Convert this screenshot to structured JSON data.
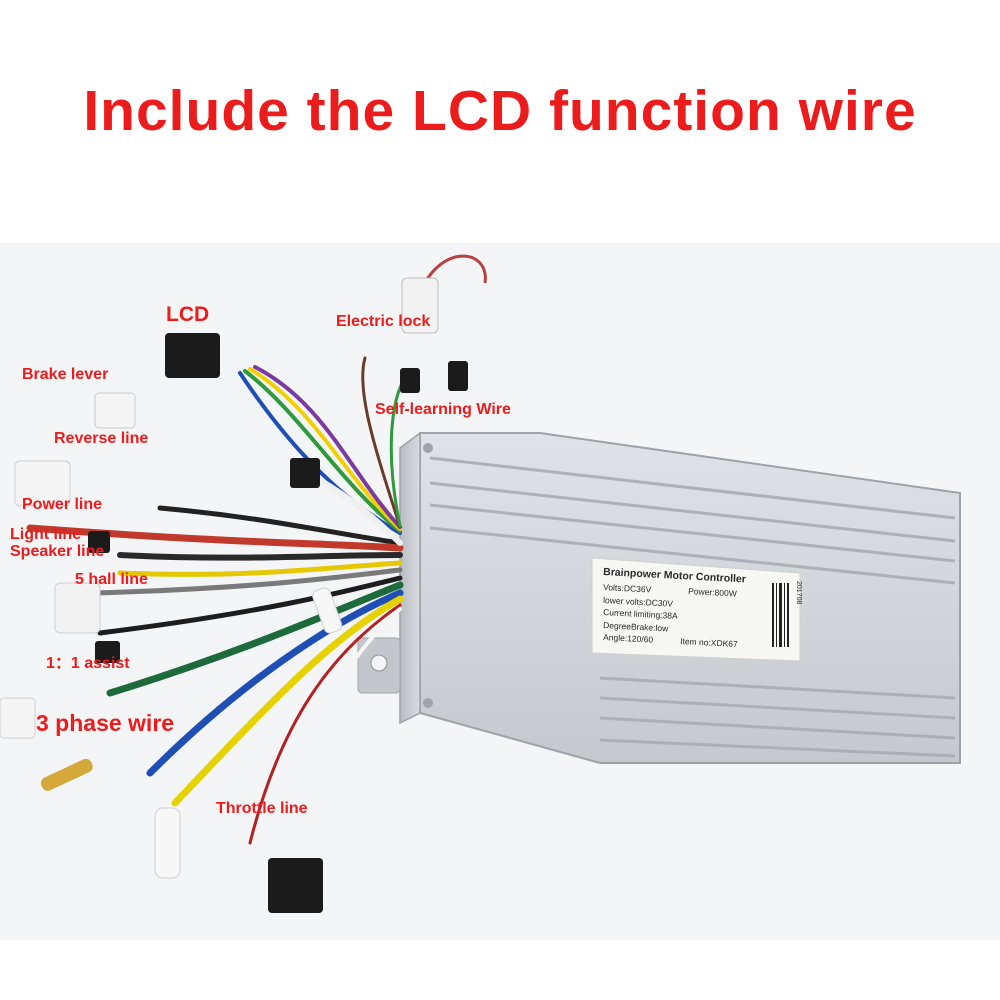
{
  "headline": "Include the LCD function wire",
  "labels": {
    "lcd": "LCD",
    "electric_lock": "Electric lock",
    "brake_lever": "Brake lever",
    "self_learning": "Self-learning Wire",
    "reverse": "Reverse line",
    "power": "Power line",
    "light": "Light line",
    "speaker": "Speaker line",
    "hall": "5 hall line",
    "assist": "1：1 assist",
    "phase": "3 phase wire",
    "throttle": "Throttle line"
  },
  "sticker": {
    "title": "Brainpower Motor Controller",
    "volts": "Volts:DC36V",
    "power": "Power:800W",
    "lower_volts": "lower volts:DC30V",
    "current": "Current limiting:38A",
    "brake": "DegreeBrake:low",
    "angle": "Angle:120/60",
    "item": "Item no:XDK67",
    "code": "201708"
  },
  "colors": {
    "label_red": "#ec1c1c",
    "background": "#f4f5f7",
    "housing": "#c9ccd1"
  }
}
